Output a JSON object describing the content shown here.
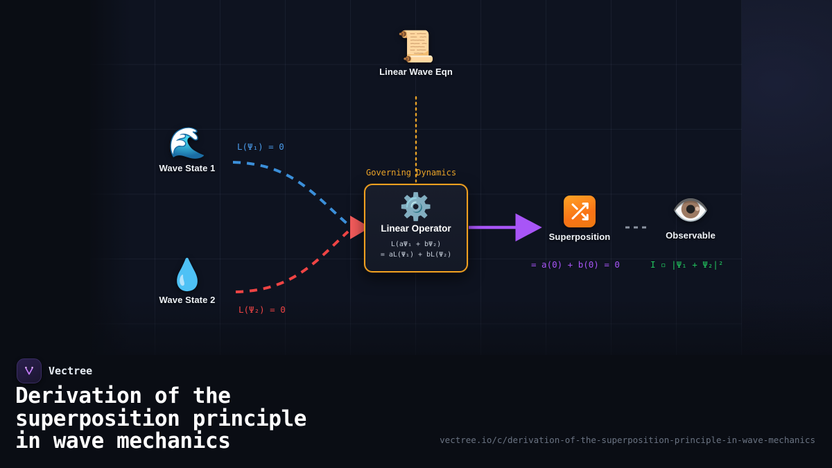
{
  "brand": {
    "name": "Vectree",
    "logo_icon": "vectree-logo-icon"
  },
  "title": "Derivation of the\nsuperposition principle\nin wave mechanics",
  "url": "vectree.io/c/derivation-of-the-superposition-principle-in-wave-mechanics",
  "nodes": {
    "scroll": {
      "label": "Linear Wave Eqn",
      "icon": "scroll-emoji",
      "glyph": "📜"
    },
    "wave1": {
      "label": "Wave State 1",
      "icon": "wave-emoji",
      "glyph": "🌊"
    },
    "wave2": {
      "label": "Wave State 2",
      "icon": "droplet-emoji",
      "glyph": "💧"
    },
    "central": {
      "title": "Linear Operator",
      "icon": "gear-emoji",
      "glyph": "⚙️",
      "formula_line1": "L(aΨ₁ + bΨ₂)",
      "formula_line2": "= aL(Ψ₁) + bL(Ψ₂)",
      "border_color": "#f0a020"
    },
    "superposition": {
      "label": "Superposition",
      "icon": "shuffle-icon"
    },
    "observable": {
      "label": "Observable",
      "icon": "eye-emoji",
      "glyph": "👁️"
    }
  },
  "edge_labels": {
    "governing": "Governing Dynamics",
    "psi1": "L(Ψ₁) = 0",
    "psi2": "L(Ψ₂) = 0",
    "superposition_result": "= a(0) + b(0) = 0",
    "observable_result": "I ▫ |Ψ₁ + Ψ₂|²"
  },
  "colors": {
    "orange": "#f0a020",
    "blue": "#4a9ae8",
    "red": "#ef4444",
    "purple": "#a855f7",
    "green": "#22c55e",
    "background": "#0b0f17",
    "grid": "#0e1320"
  }
}
